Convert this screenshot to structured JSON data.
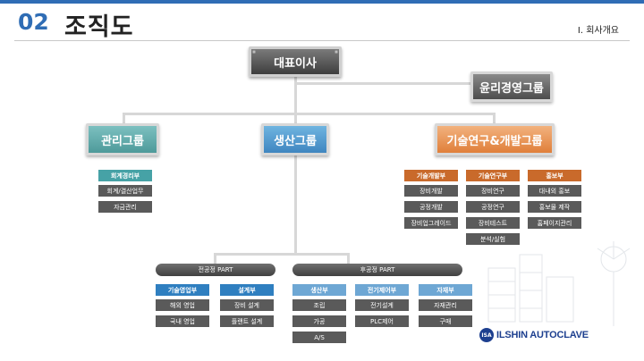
{
  "header": {
    "number": "02",
    "title": "조직도",
    "section": "Ⅰ. 회사개요"
  },
  "top": {
    "ceo": "대표이사",
    "ethics": "윤리경영그룹"
  },
  "groups": {
    "admin": {
      "label": "관리그룹"
    },
    "production": {
      "label": "생산그룹"
    },
    "rnd": {
      "label": "기술연구&개발그룹"
    }
  },
  "admin_depts": [
    {
      "label": "회계경리부",
      "tasks": [
        "회계/결산업무",
        "자금관리"
      ]
    }
  ],
  "rnd_depts": [
    {
      "label": "기술개발부",
      "tasks": [
        "장비개발",
        "공정개발",
        "장비업그레이드"
      ]
    },
    {
      "label": "기술연구부",
      "tasks": [
        "장비연구",
        "공정연구",
        "장비테스트",
        "분석/실험"
      ]
    },
    {
      "label": "홍보부",
      "tasks": [
        "대내외 홍보",
        "홍보물 제작",
        "홈페이지관리"
      ]
    }
  ],
  "parts": {
    "front": {
      "label": "전공정 PART"
    },
    "back": {
      "label": "후공정 PART"
    }
  },
  "front_depts": [
    {
      "label": "기술영업부",
      "tasks": [
        "해외 영업",
        "국내 영업"
      ]
    },
    {
      "label": "설계부",
      "tasks": [
        "장비 설계",
        "플랜트 설계"
      ]
    }
  ],
  "back_depts": [
    {
      "label": "생산부",
      "tasks": [
        "조립",
        "가공",
        "A/S"
      ]
    },
    {
      "label": "전기제어부",
      "tasks": [
        "전기설계",
        "PLC제어"
      ]
    },
    {
      "label": "자재부",
      "tasks": [
        "자재관리",
        "구매"
      ]
    }
  ],
  "logo": {
    "mark": "ISA",
    "text": "ILSHIN AUTOCLAVE"
  },
  "colors": {
    "accent": "#2f6db5",
    "admin": "#4e9a9a",
    "production": "#3f86c0",
    "rnd": "#e07f3a"
  }
}
